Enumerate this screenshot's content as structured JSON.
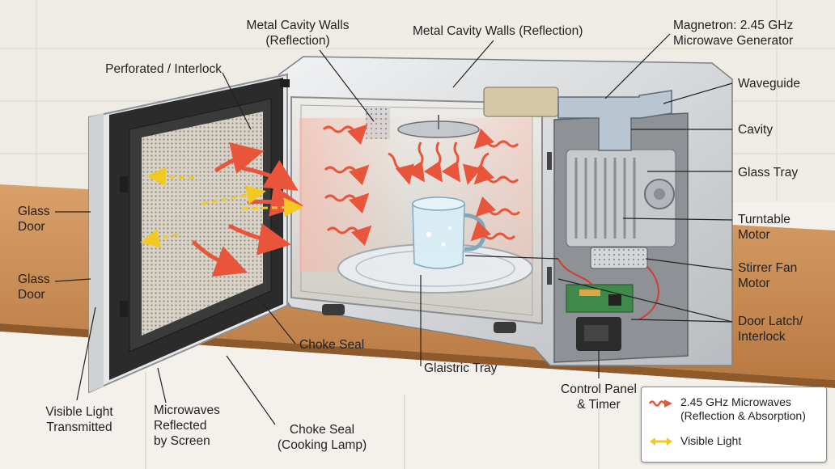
{
  "labels": {
    "perforated_interlock": "Perforated / Interlock",
    "metal_cavity_walls_1": "Metal Cavity Walls\n(Reflection)",
    "metal_cavity_walls_2": "Metal Cavity Walls (Reflection)",
    "magnetron": "Magnetron: 2.45 GHz\nMicrowave Generator",
    "waveguide": "Waveguide",
    "cavity": "Cavity",
    "glass_tray": "Glass Tray",
    "turntable_motor": "Turntable\nMotor",
    "stirrer_fan_motor": "Stirrer Fan\nMotor",
    "door_latch": "Door Latch/\nInterlock",
    "control_panel": "Control Panel\n& Timer",
    "glass_door_1": "Glass\nDoor",
    "glass_door_2": "Glass\nDoor",
    "visible_light": "Visible Light\nTransmitted",
    "microwaves_reflected": "Microwaves\nReflected\nby Screen",
    "choke_seal_1": "Choke Seal",
    "choke_seal_2": "Choke Seal\n(Cooking Lamp)",
    "glaistric_tray": "Glaistric Tray"
  },
  "legend": {
    "microwaves": "2.45 GHz Microwaves\n(Reflection & Absorption)",
    "visible_light": "Visible Light"
  },
  "colors": {
    "microwave_arrow": "#e8553a",
    "visible_light_arrow": "#f2d23a",
    "metal": "#c9ccd0",
    "cavity_interior": "#e4e2de",
    "counter": "#c98f55",
    "wall_tile": "#eeeae4",
    "door_frame": "#2b2b2b",
    "mesh": "#cfcabd"
  }
}
